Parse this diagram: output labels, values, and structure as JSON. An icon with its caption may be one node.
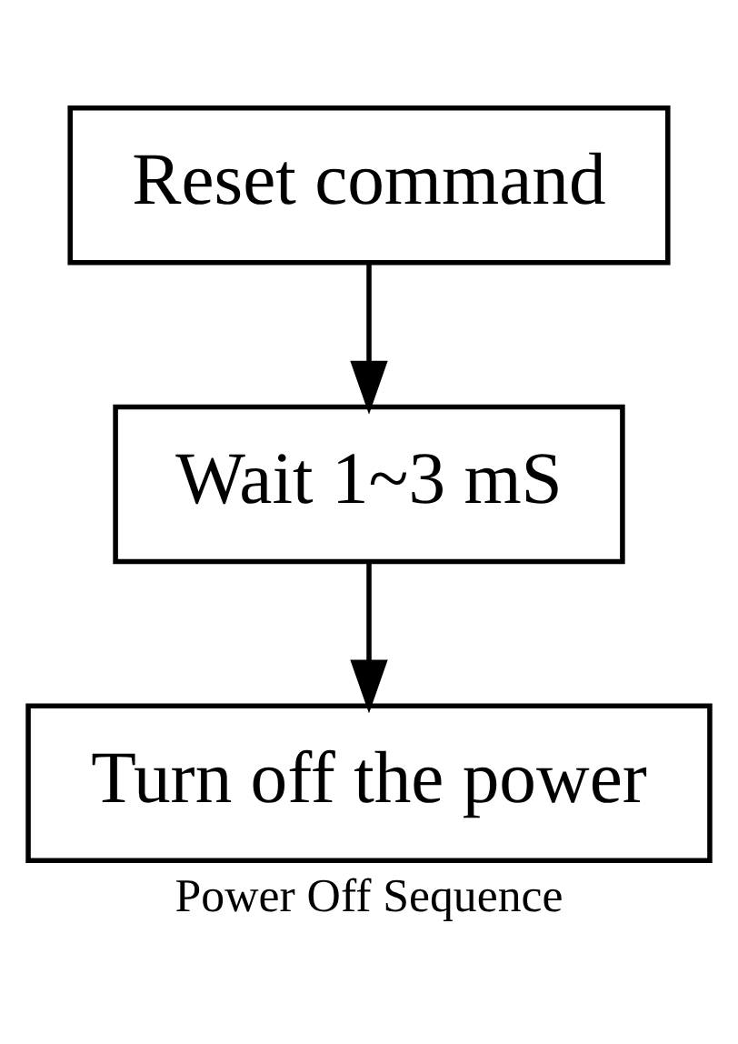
{
  "diagram": {
    "caption": "Power Off Sequence",
    "nodes": [
      {
        "text": [
          "Reset command"
        ]
      },
      {
        "text": [
          "Wait 1~3 mS"
        ]
      },
      {
        "text": [
          "Turn off the power"
        ]
      }
    ],
    "edges": [
      {
        "from": 0,
        "to": 1,
        "arrow": "to"
      },
      {
        "from": 1,
        "to": 2,
        "arrow": "to"
      }
    ]
  }
}
